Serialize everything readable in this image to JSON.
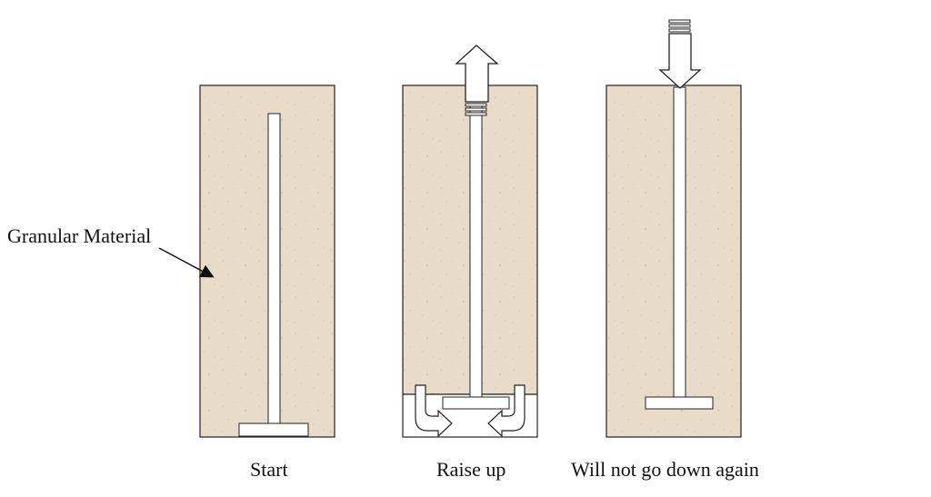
{
  "labels": {
    "material": "Granular Material",
    "panel_start": "Start",
    "panel_raise": "Raise up",
    "panel_down": "Will not go down again"
  },
  "icons": {
    "up_arrow": "up-arrow-icon",
    "down_arrow": "down-arrow-icon",
    "flow_arrows": "curved-arrow-icon"
  },
  "colors": {
    "sand": "#e8dcc8",
    "sand_speck": "#cdbfa5",
    "outline": "#222222",
    "rod_fill": "#ffffff",
    "void_fill": "#ffffff"
  }
}
